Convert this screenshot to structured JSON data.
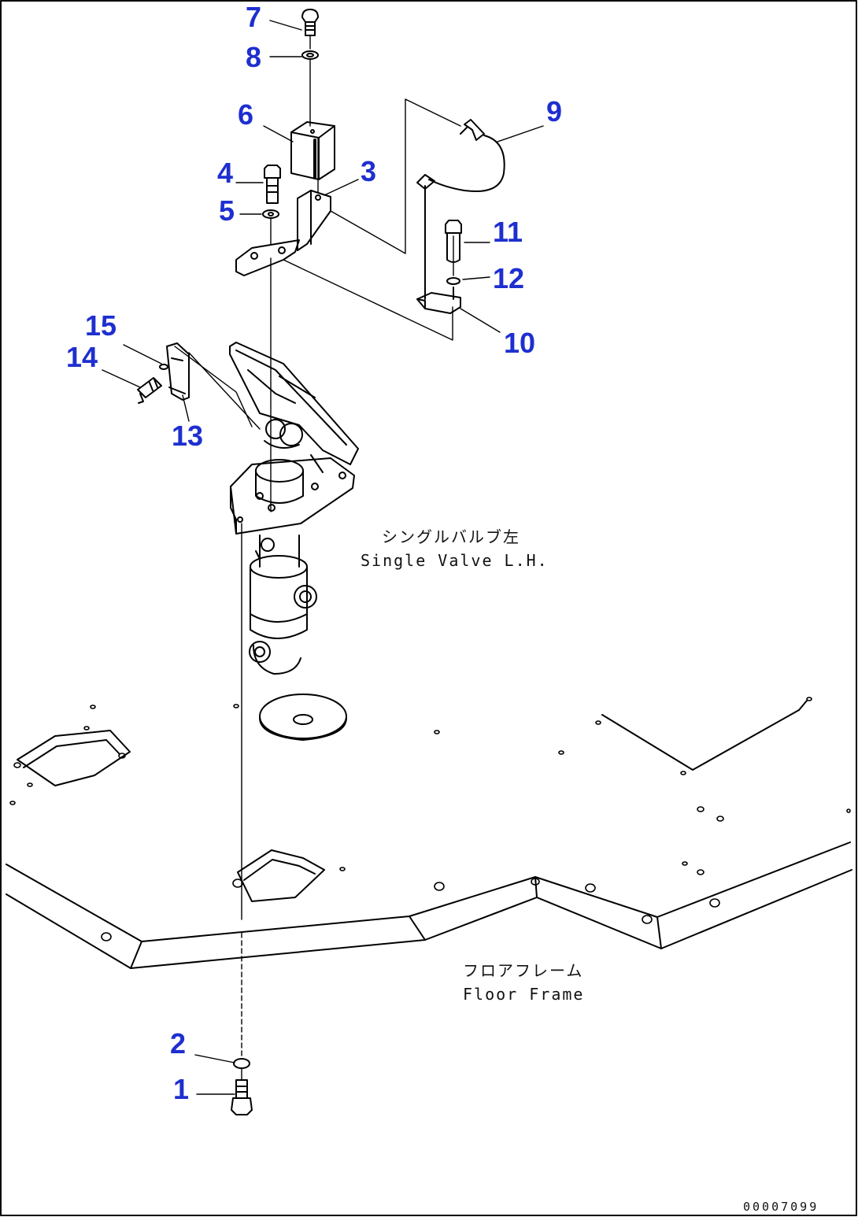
{
  "callouts": {
    "c1": "1",
    "c2": "2",
    "c3": "3",
    "c4": "4",
    "c5": "5",
    "c6": "6",
    "c7": "7",
    "c8": "8",
    "c9": "9",
    "c10": "10",
    "c11": "11",
    "c12": "12",
    "c13": "13",
    "c14": "14",
    "c15": "15"
  },
  "annotations": {
    "valve_jp": "シングルバルブ左",
    "valve_en": "Single Valve L.H.",
    "frame_jp": "フロアフレーム",
    "frame_en": "Floor Frame"
  },
  "document_number": "00007099",
  "colors": {
    "callout": "#1e2fd0",
    "line": "#000000",
    "background": "#ffffff"
  }
}
